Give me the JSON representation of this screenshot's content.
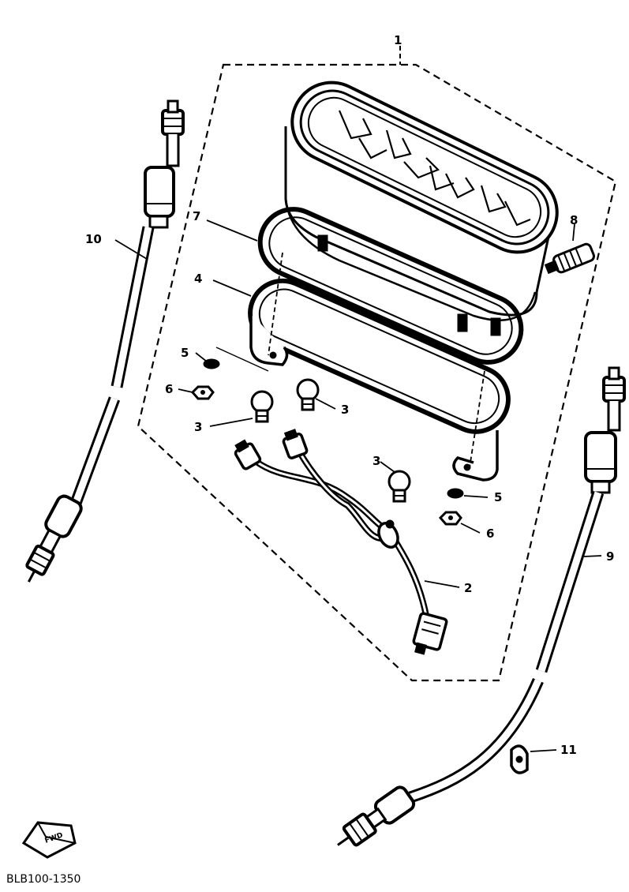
{
  "diagram": {
    "callouts": [
      {
        "id": "c1",
        "label": "1"
      },
      {
        "id": "c2",
        "label": "2"
      },
      {
        "id": "c3a",
        "label": "3"
      },
      {
        "id": "c3b",
        "label": "3"
      },
      {
        "id": "c3c",
        "label": "3"
      },
      {
        "id": "c4",
        "label": "4"
      },
      {
        "id": "c5a",
        "label": "5"
      },
      {
        "id": "c5b",
        "label": "5"
      },
      {
        "id": "c6a",
        "label": "6"
      },
      {
        "id": "c6b",
        "label": "6"
      },
      {
        "id": "c7",
        "label": "7"
      },
      {
        "id": "c8",
        "label": "8"
      },
      {
        "id": "c9",
        "label": "9"
      },
      {
        "id": "c10",
        "label": "10"
      },
      {
        "id": "c11",
        "label": "11"
      }
    ],
    "fwd_label": "FWD",
    "drawing_code": "BLB100-1350"
  }
}
